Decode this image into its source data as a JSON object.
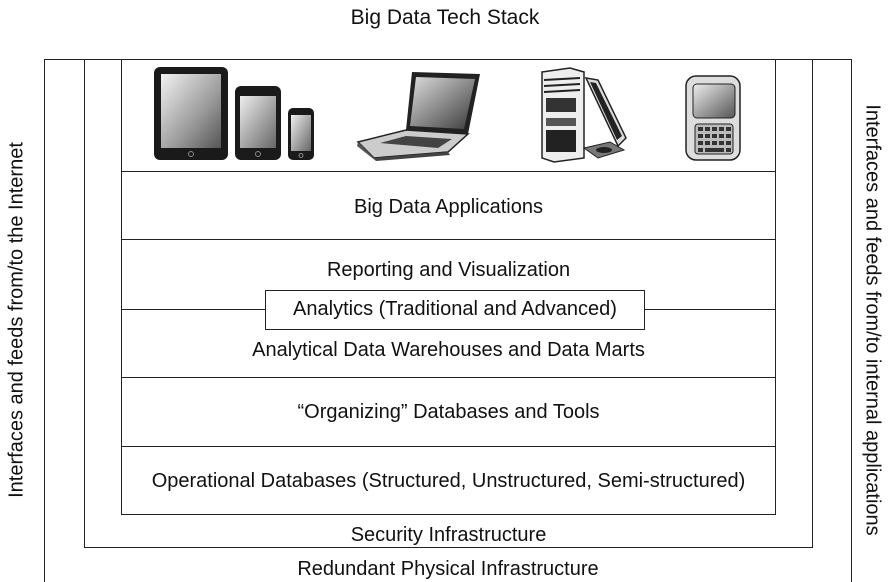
{
  "title": "Big Data Tech Stack",
  "side_labels": {
    "left": "Interfaces and feeds from/to the Internet",
    "right": "Interfaces and feeds from/to internal applications"
  },
  "layers": {
    "applications": "Big Data Applications",
    "reporting": "Reporting and Visualization",
    "analytics": "Analytics (Traditional and Advanced)",
    "warehouses": "Analytical Data Warehouses and Data Marts",
    "organizing": "“Organizing” Databases and Tools",
    "operational": "Operational Databases (Structured, Unstructured, Semi-structured)",
    "security": "Security Infrastructure",
    "physical": "Redundant Physical Infrastructure"
  },
  "devices": [
    "tablet-icon",
    "smartphone-icon",
    "small-phone-icon",
    "laptop-icon",
    "server-tower-icon",
    "slider-phone-icon"
  ]
}
